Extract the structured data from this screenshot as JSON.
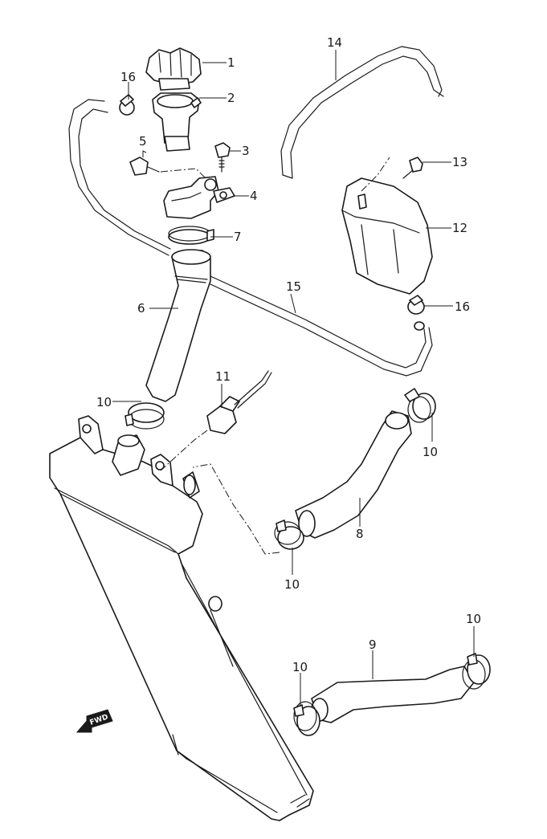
{
  "diagram": {
    "fwd_badge": "FWD",
    "callouts": [
      {
        "id": "c1",
        "text": "1"
      },
      {
        "id": "c2",
        "text": "2"
      },
      {
        "id": "c3",
        "text": "3"
      },
      {
        "id": "c4",
        "text": "4"
      },
      {
        "id": "c5",
        "text": "5"
      },
      {
        "id": "c6",
        "text": "6"
      },
      {
        "id": "c7",
        "text": "7"
      },
      {
        "id": "c8",
        "text": "8"
      },
      {
        "id": "c9",
        "text": "9"
      },
      {
        "id": "c10a",
        "text": "10"
      },
      {
        "id": "c10b",
        "text": "10"
      },
      {
        "id": "c10c",
        "text": "10"
      },
      {
        "id": "c10d",
        "text": "10"
      },
      {
        "id": "c10e",
        "text": "10"
      },
      {
        "id": "c11",
        "text": "11"
      },
      {
        "id": "c12",
        "text": "12"
      },
      {
        "id": "c13",
        "text": "13"
      },
      {
        "id": "c14",
        "text": "14"
      },
      {
        "id": "c15",
        "text": "15"
      },
      {
        "id": "c16a",
        "text": "16"
      },
      {
        "id": "c16b",
        "text": "16"
      }
    ]
  }
}
